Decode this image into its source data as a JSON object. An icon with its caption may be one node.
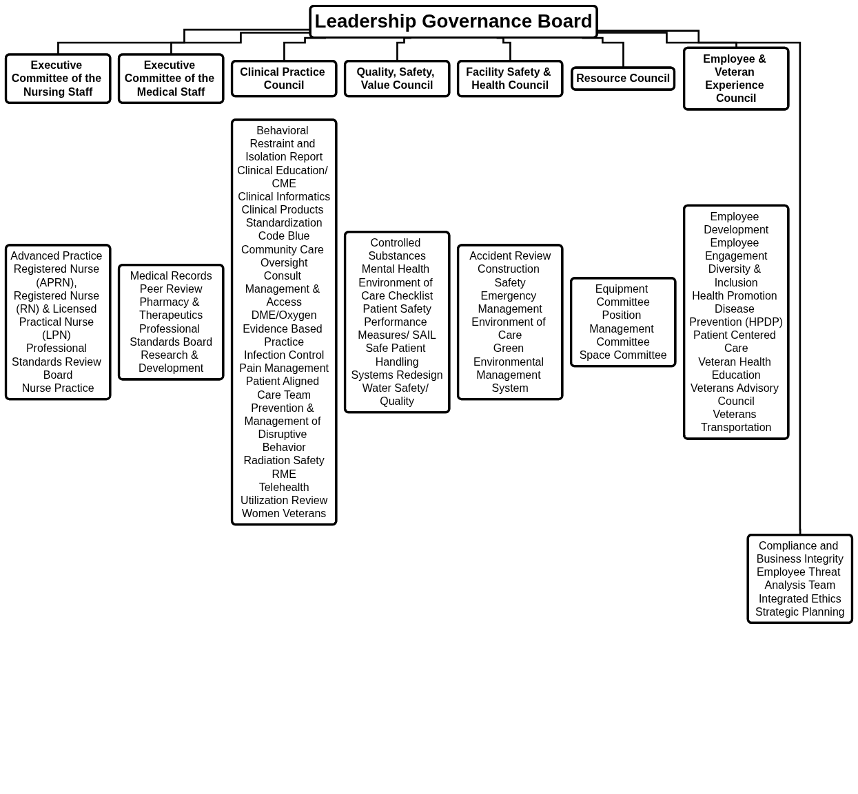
{
  "diagram": {
    "nodes": [
      {
        "text": [
          "Leadership Governance Board"
        ]
      },
      {
        "text": [
          "Executive Committee of the Nursing Staff"
        ]
      },
      {
        "text": [
          "Executive Committee of the Medical Staff"
        ]
      },
      {
        "text": [
          "Clinical Practice Council"
        ]
      },
      {
        "text": [
          "Quality, Safety, Value Council"
        ]
      },
      {
        "text": [
          "Facility Safety & Health Council"
        ]
      },
      {
        "text": [
          "Resource Council"
        ]
      },
      {
        "text": [
          "Employee & Veteran Experience Council"
        ]
      },
      {
        "text": [
          "Advanced Practice Registered Nurse (APRN), Registered Nurse (RN) & Licensed Practical Nurse (LPN) Professional Standards Review Board",
          "Nurse Practice"
        ]
      },
      {
        "text": [
          "Medical Records",
          "Peer Review",
          "Pharmacy & Therapeutics",
          "Professional Standards Board",
          "Research & Development"
        ]
      },
      {
        "text": [
          "Behavioral Restraint and Isolation Report",
          "Clinical Education/ CME",
          "Clinical Informatics",
          "Clinical Products Standardization",
          "Code Blue",
          "Community Care Oversight",
          "Consult Management & Access",
          "DME/Oxygen",
          "Evidence Based Practice",
          "Infection Control",
          "Pain Management",
          "Patient Aligned Care Team",
          "Prevention & Management of Disruptive Behavior",
          "Radiation Safety",
          "RME",
          "Telehealth",
          "Utilization Review",
          "Women Veterans"
        ]
      },
      {
        "text": [
          "Controlled Substances",
          "Mental Health Environment of Care Checklist",
          "Patient Safety",
          "Performance Measures/ SAIL",
          "Safe Patient Handling",
          "Systems Redesign",
          "Water Safety/ Quality"
        ]
      },
      {
        "text": [
          "Accident Review",
          "Construction Safety",
          "Emergency Management",
          "Environment of Care",
          "Green Environmental Management System"
        ]
      },
      {
        "text": [
          "Equipment Committee",
          "Position Management Committee",
          "Space Committee"
        ]
      },
      {
        "text": [
          "Employee Development",
          "Employee Engagement",
          "Diversity & Inclusion",
          "Health Promotion Disease Prevention (HPDP)",
          "Patient Centered Care",
          "Veteran Health Education",
          "Veterans Advisory Council",
          "Veterans Transportation"
        ]
      },
      {
        "text": [
          "Compliance and Business Integrity",
          "Employee Threat Analysis Team",
          "Integrated Ethics",
          "Strategic Planning"
        ]
      }
    ],
    "edges": [
      {
        "from": 0,
        "to": 1,
        "arrow": "none"
      },
      {
        "from": 0,
        "to": 2,
        "arrow": "none"
      },
      {
        "from": 0,
        "to": 3,
        "arrow": "none"
      },
      {
        "from": 0,
        "to": 4,
        "arrow": "none"
      },
      {
        "from": 0,
        "to": 5,
        "arrow": "none"
      },
      {
        "from": 0,
        "to": 6,
        "arrow": "none"
      },
      {
        "from": 0,
        "to": 7,
        "arrow": "none"
      },
      {
        "from": 0,
        "to": 15,
        "arrow": "none"
      }
    ]
  }
}
